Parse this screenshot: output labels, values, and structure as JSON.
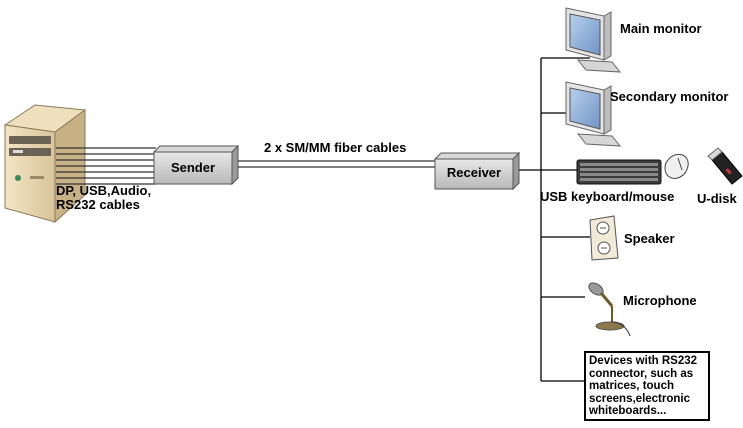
{
  "nodes": {
    "sender": "Sender",
    "receiver": "Receiver"
  },
  "labels": {
    "fiber": "2 x SM/MM fiber cables",
    "source_cables": "DP, USB,Audio,\nRS232 cables",
    "main_monitor": "Main monitor",
    "secondary_monitor": "Secondary monitor",
    "keyboard_mouse": "USB keyboard/mouse",
    "udisk": "U-disk",
    "speaker": "Speaker",
    "microphone": "Microphone",
    "rs232_devices": "Devices with RS232\nconnector, such as\nmatrices, touch\nscreens,electronic\nwhiteboards..."
  },
  "icons": [
    "pc-tower-icon",
    "monitor-icon",
    "keyboard-icon",
    "mouse-icon",
    "usb-drive-icon",
    "speaker-icon",
    "microphone-icon"
  ]
}
